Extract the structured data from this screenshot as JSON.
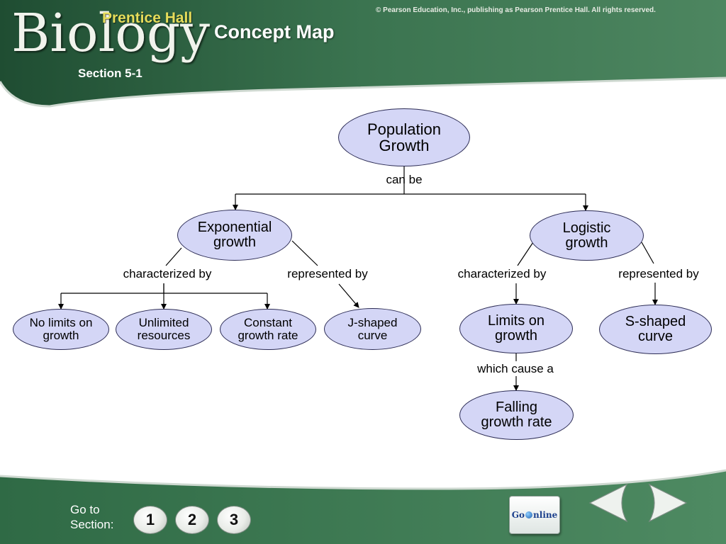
{
  "header": {
    "brand_main": "Biology",
    "brand_sub": "Prentice Hall",
    "section": "Section 5-1",
    "title": "Concept Map",
    "copyright": "© Pearson Education, Inc., publishing as Pearson Prentice Hall. All rights reserved."
  },
  "concept_map": {
    "nodes": {
      "population": "Population\nGrowth",
      "exponential": "Exponential\ngrowth",
      "logistic": "Logistic\ngrowth",
      "no_limits": "No limits on\ngrowth",
      "unlimited": "Unlimited\nresources",
      "constant": "Constant\ngrowth rate",
      "jshaped": "J-shaped\ncurve",
      "limits_on": "Limits on\ngrowth",
      "sshaped": "S-shaped\ncurve",
      "falling": "Falling\ngrowth rate"
    },
    "links": {
      "can_be": "can be",
      "exp_characterized": "characterized by",
      "exp_represented": "represented by",
      "log_characterized": "characterized by",
      "log_represented": "represented by",
      "which_cause": "which cause a"
    }
  },
  "footer": {
    "goto_label": "Go to\nSection:",
    "section_buttons": [
      "1",
      "2",
      "3"
    ],
    "go_online": "Go",
    "go_online_suffix": "nline"
  },
  "colors": {
    "band_dark": "#1e4a30",
    "band_mid": "#3f7a55",
    "node_fill": "#d4d6f6",
    "node_stroke": "#2c2c55"
  }
}
